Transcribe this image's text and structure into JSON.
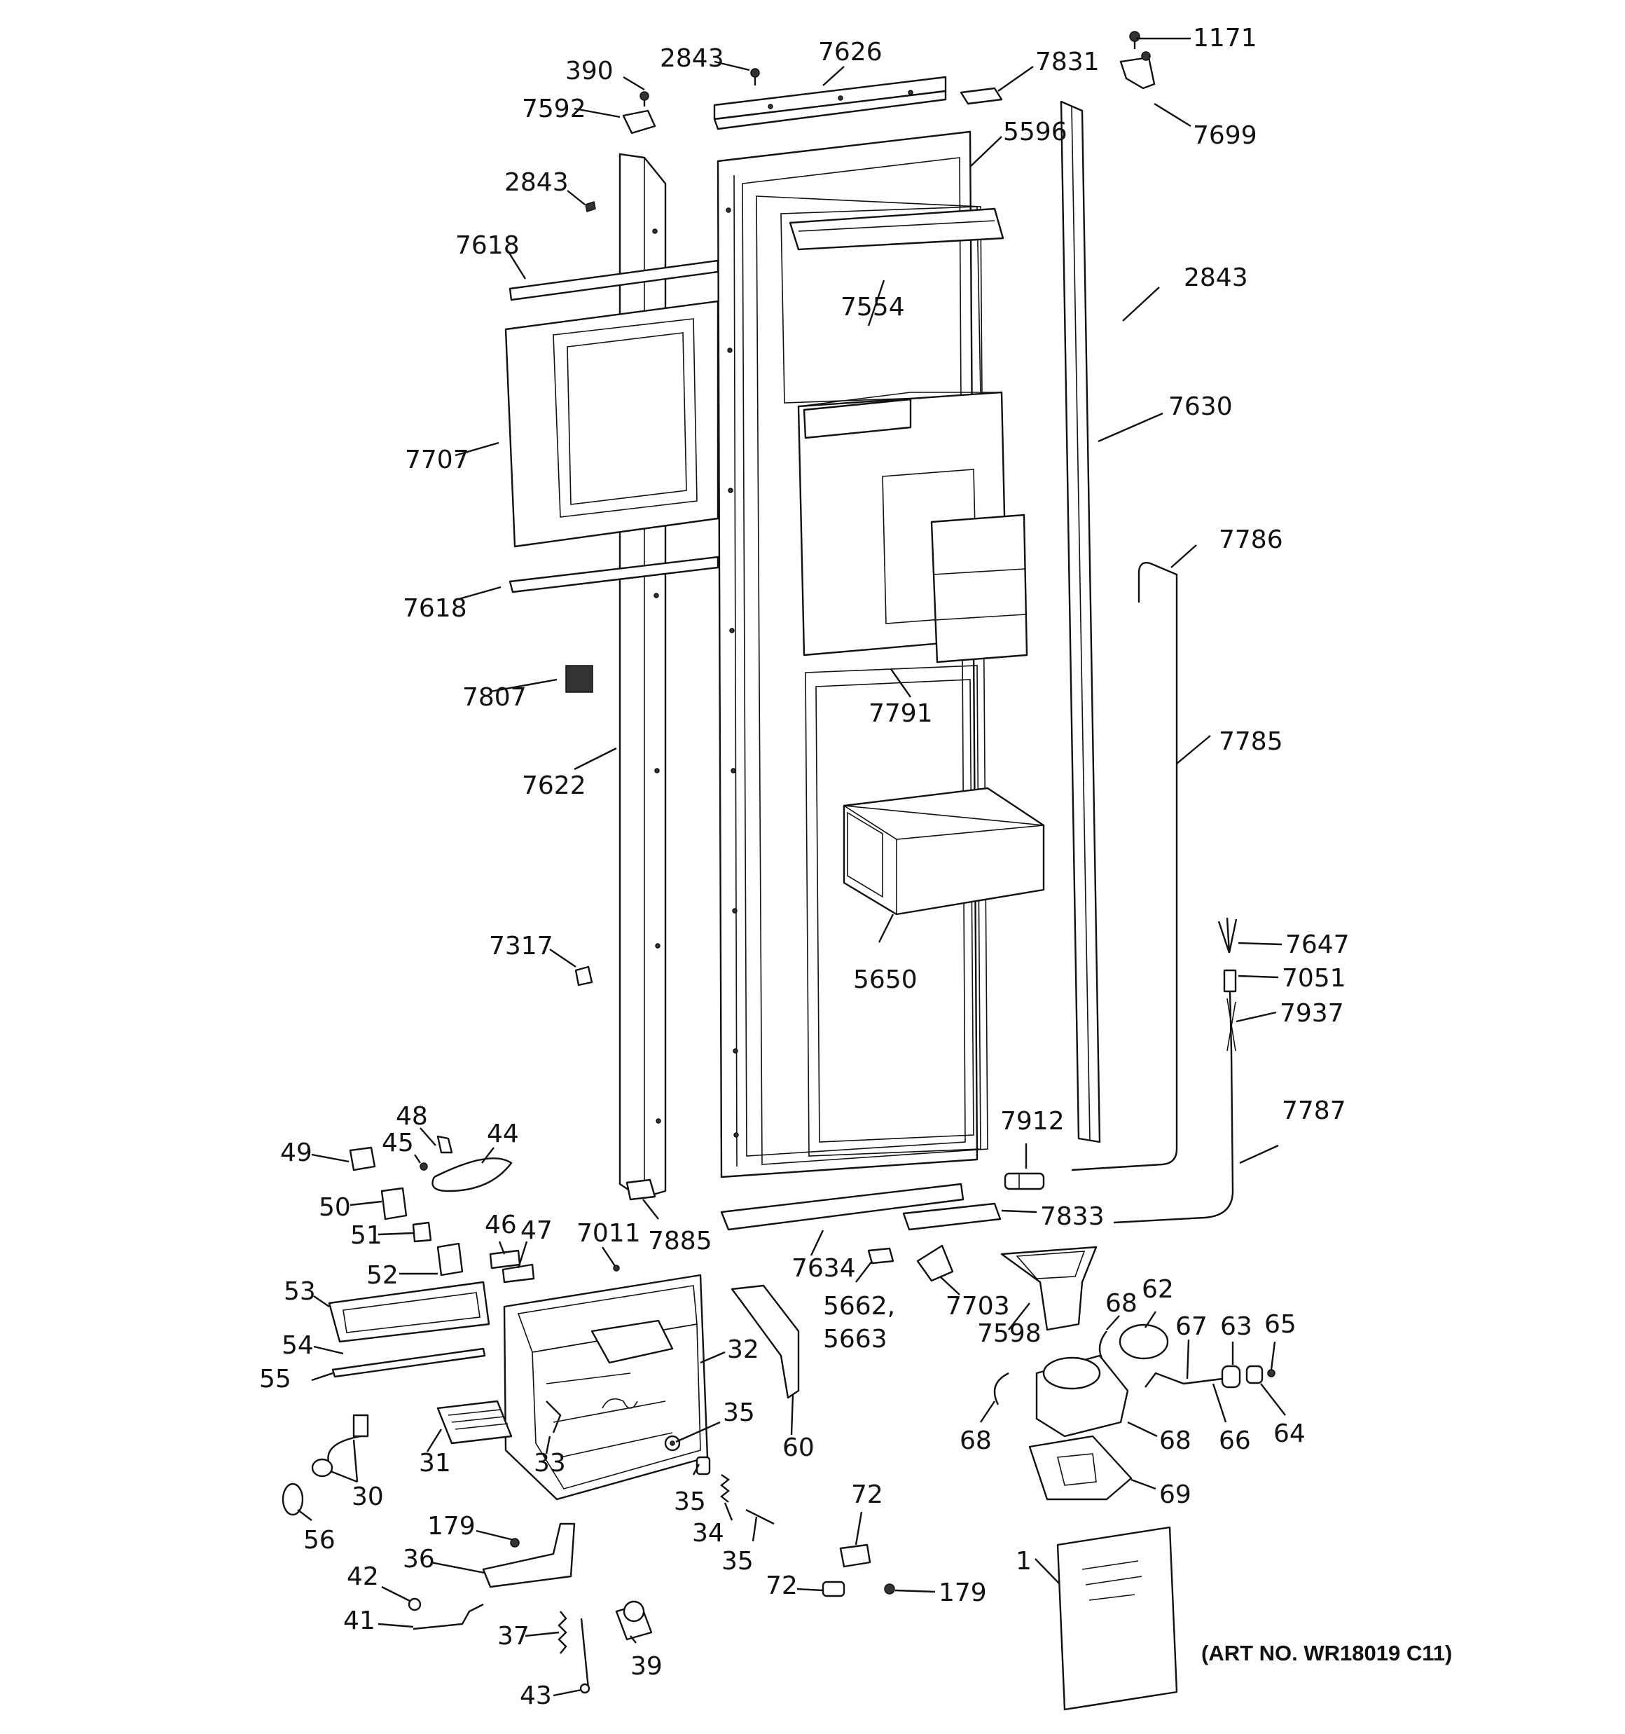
{
  "diagram": {
    "art_number": "(ART NO. WR18019 C11)",
    "labels": {
      "l1171": "1171",
      "l390": "390",
      "l2843a": "2843",
      "l7626": "7626",
      "l7831": "7831",
      "l7592": "7592",
      "l7699": "7699",
      "l5596": "5596",
      "l2843b": "2843",
      "l7618a": "7618",
      "l7554": "7554",
      "l2843c": "2843",
      "l7630": "7630",
      "l7707": "7707",
      "l7786": "7786",
      "l7618b": "7618",
      "l7791": "7791",
      "l7807": "7807",
      "l7785": "7785",
      "l7622": "7622",
      "l5650": "5650",
      "l7317": "7317",
      "l7647": "7647",
      "l7051": "7051",
      "l7937": "7937",
      "l7787": "7787",
      "l7912": "7912",
      "l48": "48",
      "l45": "45",
      "l44": "44",
      "l49": "49",
      "l50": "50",
      "l7833": "7833",
      "l46": "46",
      "l47": "47",
      "l7011": "7011",
      "l51": "51",
      "l7885": "7885",
      "l7634": "7634",
      "l52": "52",
      "l5662": "5662,",
      "l5663": "5663",
      "l7703": "7703",
      "l7598": "7598",
      "l68a": "68",
      "l62": "62",
      "l53": "53",
      "l67": "67",
      "l63": "63",
      "l65": "65",
      "l32": "32",
      "l54": "54",
      "l55": "55",
      "l35a": "35",
      "l68b": "68",
      "l66": "66",
      "l64": "64",
      "l68c": "68",
      "l60": "60",
      "l31": "31",
      "l33": "33",
      "l30": "30",
      "l35b": "35",
      "l69": "69",
      "l56": "56",
      "l34": "34",
      "l72a": "72",
      "l179a": "179",
      "l35c": "35",
      "l36": "36",
      "l1": "1",
      "l42": "42",
      "l72b": "72",
      "l179b": "179",
      "l41": "41",
      "l37": "37",
      "l39": "39",
      "l43": "43"
    }
  }
}
